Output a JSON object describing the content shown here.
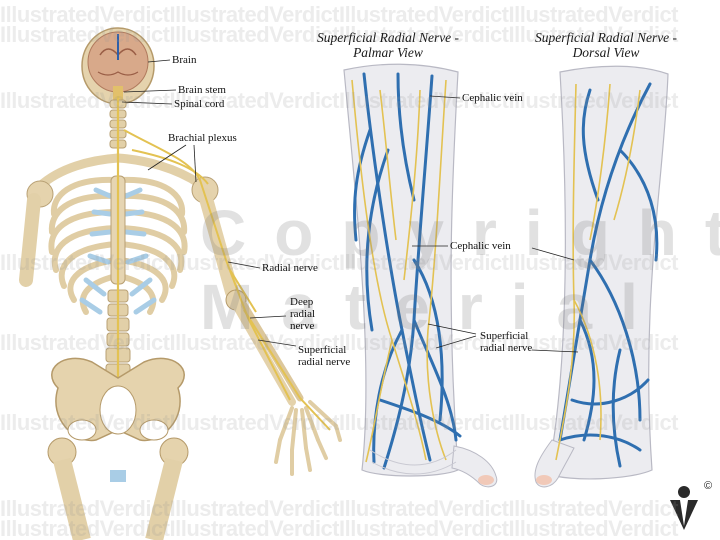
{
  "titles": {
    "palmar_line1": "Superficial Radial Nerve -",
    "palmar_line2": "Palmar View",
    "dorsal_line1": "Superficial Radial Nerve -",
    "dorsal_line2": "Dorsal View"
  },
  "labels": {
    "brain": "Brain",
    "brain_stem": "Brain stem",
    "spinal_cord": "Spinal cord",
    "brachial_plexus": "Brachial plexus",
    "radial_nerve": "Radial nerve",
    "deep_radial_line1": "Deep",
    "deep_radial_line2": "radial",
    "deep_radial_line3": "nerve",
    "superficial_radial_line1": "Superficial",
    "superficial_radial_line2": "radial nerve",
    "cephalic_vein_top": "Cephalic vein",
    "cephalic_vein_mid": "Cephalic vein",
    "superficial_radial_mid_line1": "Superficial",
    "superficial_radial_mid_line2": "radial nerve"
  },
  "watermark": {
    "brand_text": "IllustratedVerdictIllustratedVerdictIllustratedVerdictIllustratedVerdict",
    "overlay_line1": "Copyrighted",
    "overlay_line2": "Material",
    "copyright_symbol": "©"
  },
  "colors": {
    "bone": "#e8d6b0",
    "bone_shadow": "#c9b285",
    "nerve": "#e8c24a",
    "vein": "#2f6fb0",
    "cartilage": "#a9cde6",
    "skin": "#e9e9ec",
    "logo": "#2a2a2a"
  }
}
